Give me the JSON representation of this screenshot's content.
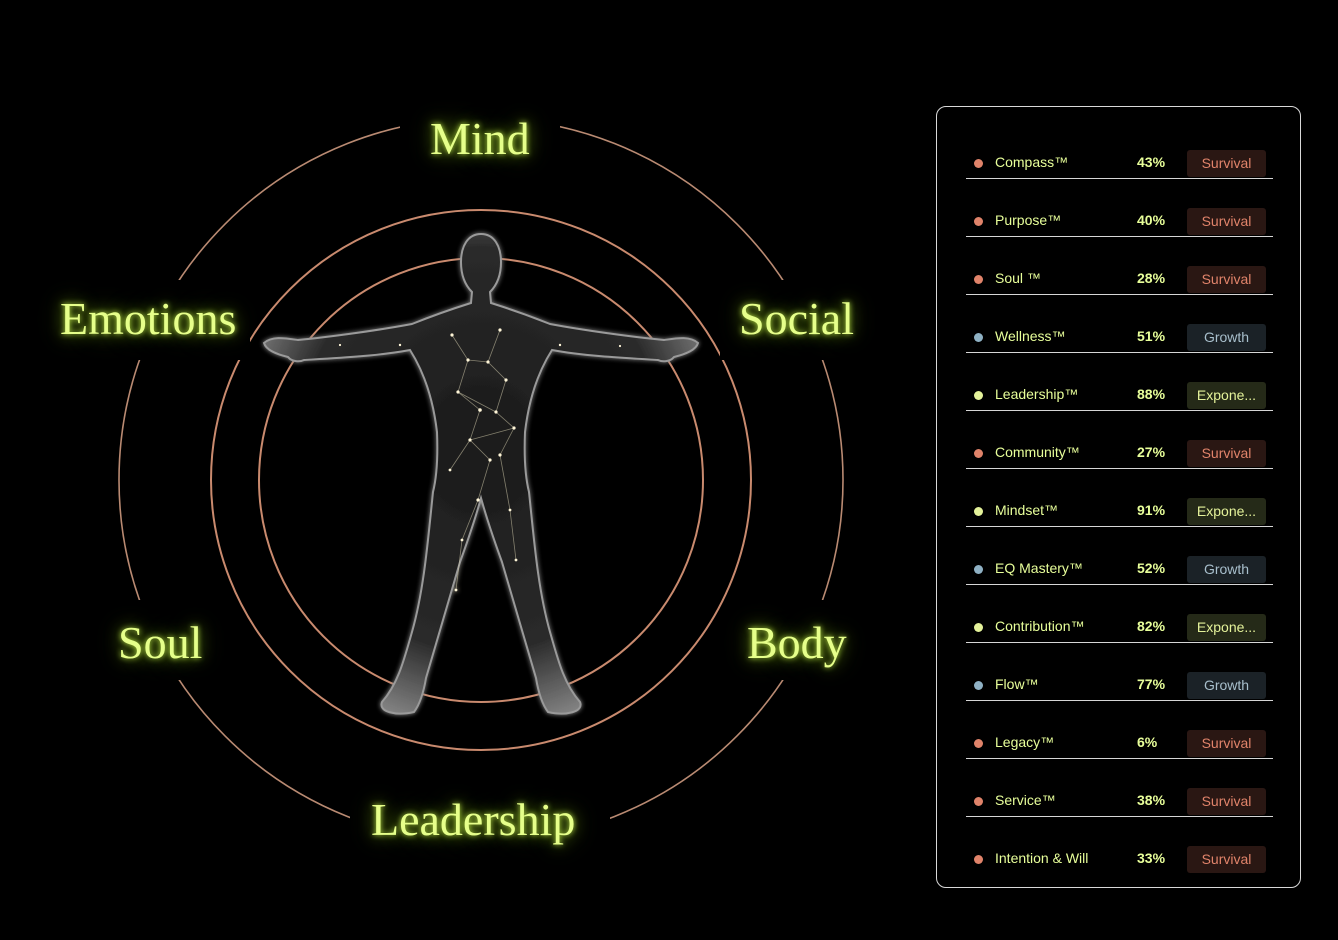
{
  "wheel": {
    "labels": {
      "mind": "Mind",
      "social": "Social",
      "body": "Body",
      "leadership": "Leadership",
      "soul": "Soul",
      "emotions": "Emotions"
    },
    "figure_icon": "human-figure-constellation"
  },
  "colors": {
    "label_glow": "#e6ff8a",
    "ring": "#c98a6e",
    "survival": "#e0836a",
    "growth": "#8fb1c4",
    "exponential": "#e4f29a"
  },
  "metrics": [
    {
      "name": "Compass™",
      "percent": "43%",
      "status": "Survival",
      "level": "survival"
    },
    {
      "name": "Purpose™",
      "percent": "40%",
      "status": "Survival",
      "level": "survival"
    },
    {
      "name": "Soul ™",
      "percent": "28%",
      "status": "Survival",
      "level": "survival"
    },
    {
      "name": "Wellness™",
      "percent": "51%",
      "status": "Growth",
      "level": "growth"
    },
    {
      "name": "Leadership™",
      "percent": "88%",
      "status": "Expone...",
      "level": "exponential"
    },
    {
      "name": "Community™",
      "percent": "27%",
      "status": "Survival",
      "level": "survival"
    },
    {
      "name": "Mindset™",
      "percent": "91%",
      "status": "Expone...",
      "level": "exponential"
    },
    {
      "name": "EQ Mastery™",
      "percent": "52%",
      "status": "Growth",
      "level": "growth"
    },
    {
      "name": "Contribution™",
      "percent": "82%",
      "status": "Expone...",
      "level": "exponential"
    },
    {
      "name": "Flow™",
      "percent": "77%",
      "status": "Growth",
      "level": "growth"
    },
    {
      "name": "Legacy™",
      "percent": "6%",
      "status": "Survival",
      "level": "survival"
    },
    {
      "name": "Service™",
      "percent": "38%",
      "status": "Survival",
      "level": "survival"
    },
    {
      "name": "Intention & Will",
      "percent": "33%",
      "status": "Survival",
      "level": "survival"
    }
  ]
}
